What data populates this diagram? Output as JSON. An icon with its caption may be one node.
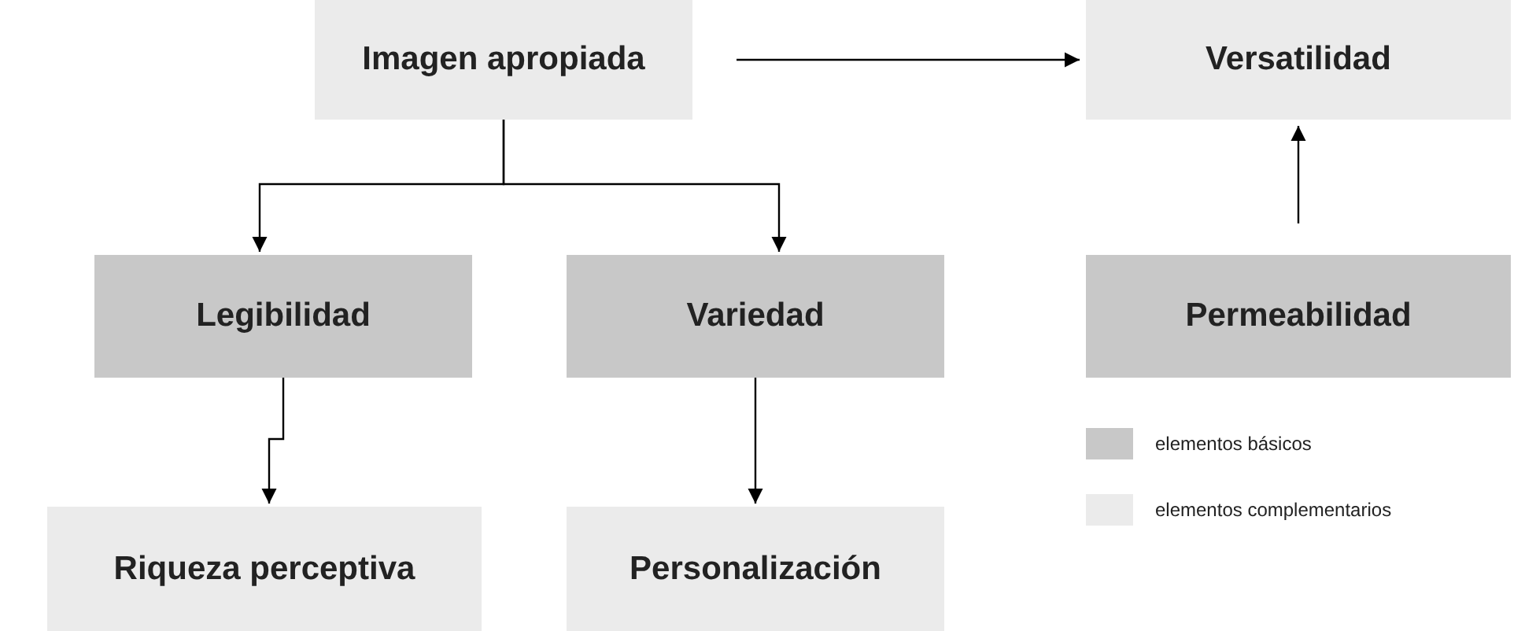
{
  "diagram": {
    "nodes": [
      {
        "text": [
          "Imagen apropiada"
        ]
      },
      {
        "text": [
          "Versatilidad"
        ]
      },
      {
        "text": [
          "Legibilidad"
        ]
      },
      {
        "text": [
          "Variedad"
        ]
      },
      {
        "text": [
          "Permeabilidad"
        ]
      },
      {
        "text": [
          "Riqueza perceptiva"
        ]
      },
      {
        "text": [
          "Personalización"
        ]
      }
    ],
    "edges": [
      {
        "from": 0,
        "to": 1,
        "arrow": "to"
      },
      {
        "from": 0,
        "to": 2,
        "arrow": "to"
      },
      {
        "from": 0,
        "to": 3,
        "arrow": "to"
      },
      {
        "from": 4,
        "to": 1,
        "arrow": "to"
      },
      {
        "from": 2,
        "to": 5,
        "arrow": "to"
      },
      {
        "from": 3,
        "to": 6,
        "arrow": "to"
      }
    ],
    "legend": [
      {
        "text": "elementos básicos",
        "color": "#c8c8c8"
      },
      {
        "text": "elementos complementarios",
        "color": "#ebebeb"
      }
    ]
  }
}
